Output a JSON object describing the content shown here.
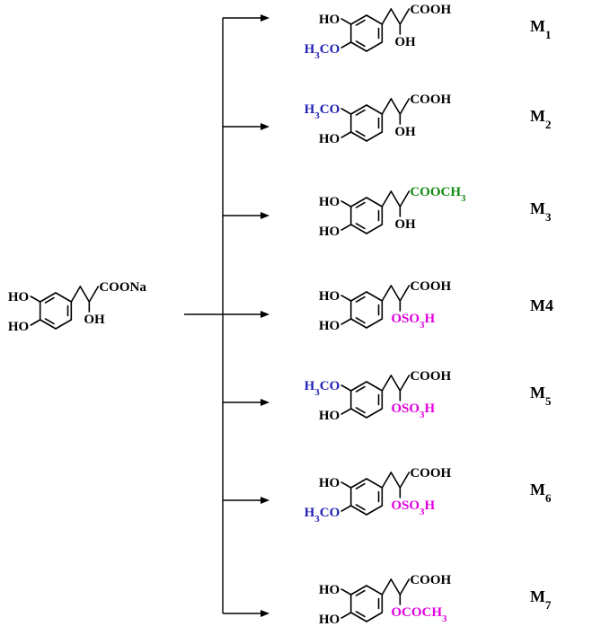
{
  "colors": {
    "ink": "#000000",
    "methoxy": "#1f1fb4",
    "sulfate": "#e000e0",
    "ester": "#128a12"
  },
  "parent": {
    "top_group": "HO",
    "bottom_group": "HO",
    "carboxyl": "COONa",
    "hydroxyl": "OH"
  },
  "metabolites": [
    {
      "label_main": "M",
      "label_sub": "1",
      "top": {
        "text": "HO",
        "color": "ink"
      },
      "bottom": {
        "text": "H3CO",
        "color": "methoxy"
      },
      "carboxyl": {
        "text": "COOH",
        "color": "ink"
      },
      "alpha": {
        "text": "OH",
        "color": "ink"
      }
    },
    {
      "label_main": "M",
      "label_sub": "2",
      "top": {
        "text": "H3CO",
        "color": "methoxy"
      },
      "bottom": {
        "text": "HO",
        "color": "ink"
      },
      "carboxyl": {
        "text": "COOH",
        "color": "ink"
      },
      "alpha": {
        "text": "OH",
        "color": "ink"
      }
    },
    {
      "label_main": "M",
      "label_sub": "3",
      "top": {
        "text": "HO",
        "color": "ink"
      },
      "bottom": {
        "text": "HO",
        "color": "ink"
      },
      "carboxyl": {
        "text": "COOCH3",
        "color": "ester"
      },
      "alpha": {
        "text": "OH",
        "color": "ink"
      }
    },
    {
      "label_main": "M4",
      "label_sub": "",
      "top": {
        "text": "HO",
        "color": "ink"
      },
      "bottom": {
        "text": "HO",
        "color": "ink"
      },
      "carboxyl": {
        "text": "COOH",
        "color": "ink"
      },
      "alpha": {
        "text": "OSO3H",
        "color": "sulfate"
      }
    },
    {
      "label_main": "M",
      "label_sub": "5",
      "top": {
        "text": "H3CO",
        "color": "methoxy"
      },
      "bottom": {
        "text": "HO",
        "color": "ink"
      },
      "carboxyl": {
        "text": "COOH",
        "color": "ink"
      },
      "alpha": {
        "text": "OSO3H",
        "color": "sulfate"
      }
    },
    {
      "label_main": "M",
      "label_sub": "6",
      "top": {
        "text": "HO",
        "color": "ink"
      },
      "bottom": {
        "text": "H3CO",
        "color": "methoxy"
      },
      "carboxyl": {
        "text": "COOH",
        "color": "ink"
      },
      "alpha": {
        "text": "OSO3H",
        "color": "sulfate"
      }
    },
    {
      "label_main": "M",
      "label_sub": "7",
      "top": {
        "text": "HO",
        "color": "ink"
      },
      "bottom": {
        "text": "HO",
        "color": "ink"
      },
      "carboxyl": {
        "text": "COOH",
        "color": "ink"
      },
      "alpha": {
        "text": "OCOCH3",
        "color": "sulfate"
      }
    }
  ]
}
